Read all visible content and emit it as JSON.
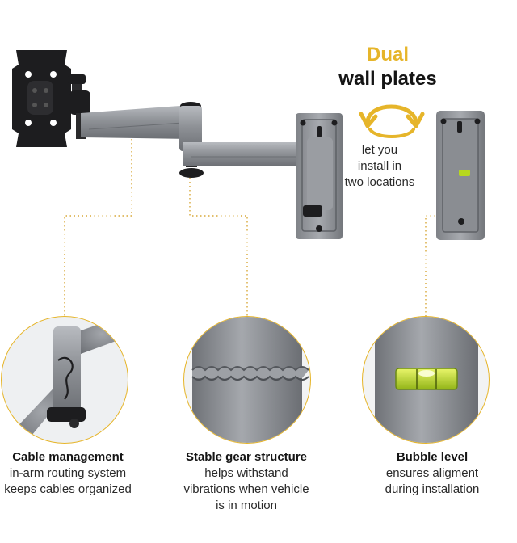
{
  "heading": {
    "accent": "Dual",
    "main": "wall plates"
  },
  "note": {
    "lines": [
      "let you",
      "install in",
      "two locations"
    ]
  },
  "features": [
    {
      "title": "Cable management",
      "lines": [
        "in-arm routing system",
        "keeps cables organized"
      ]
    },
    {
      "title": "Stable gear structure",
      "lines": [
        "helps withstand",
        "vibrations when vehicle",
        "is in motion"
      ]
    },
    {
      "title": "Bubble level",
      "lines": [
        "ensures aligment",
        "during installation"
      ]
    }
  ],
  "colors": {
    "accent": "#e6b52a",
    "arm_silver": "#8e9196",
    "mount_black": "#1d1d1f",
    "bubble_green": "#b7d81e"
  }
}
